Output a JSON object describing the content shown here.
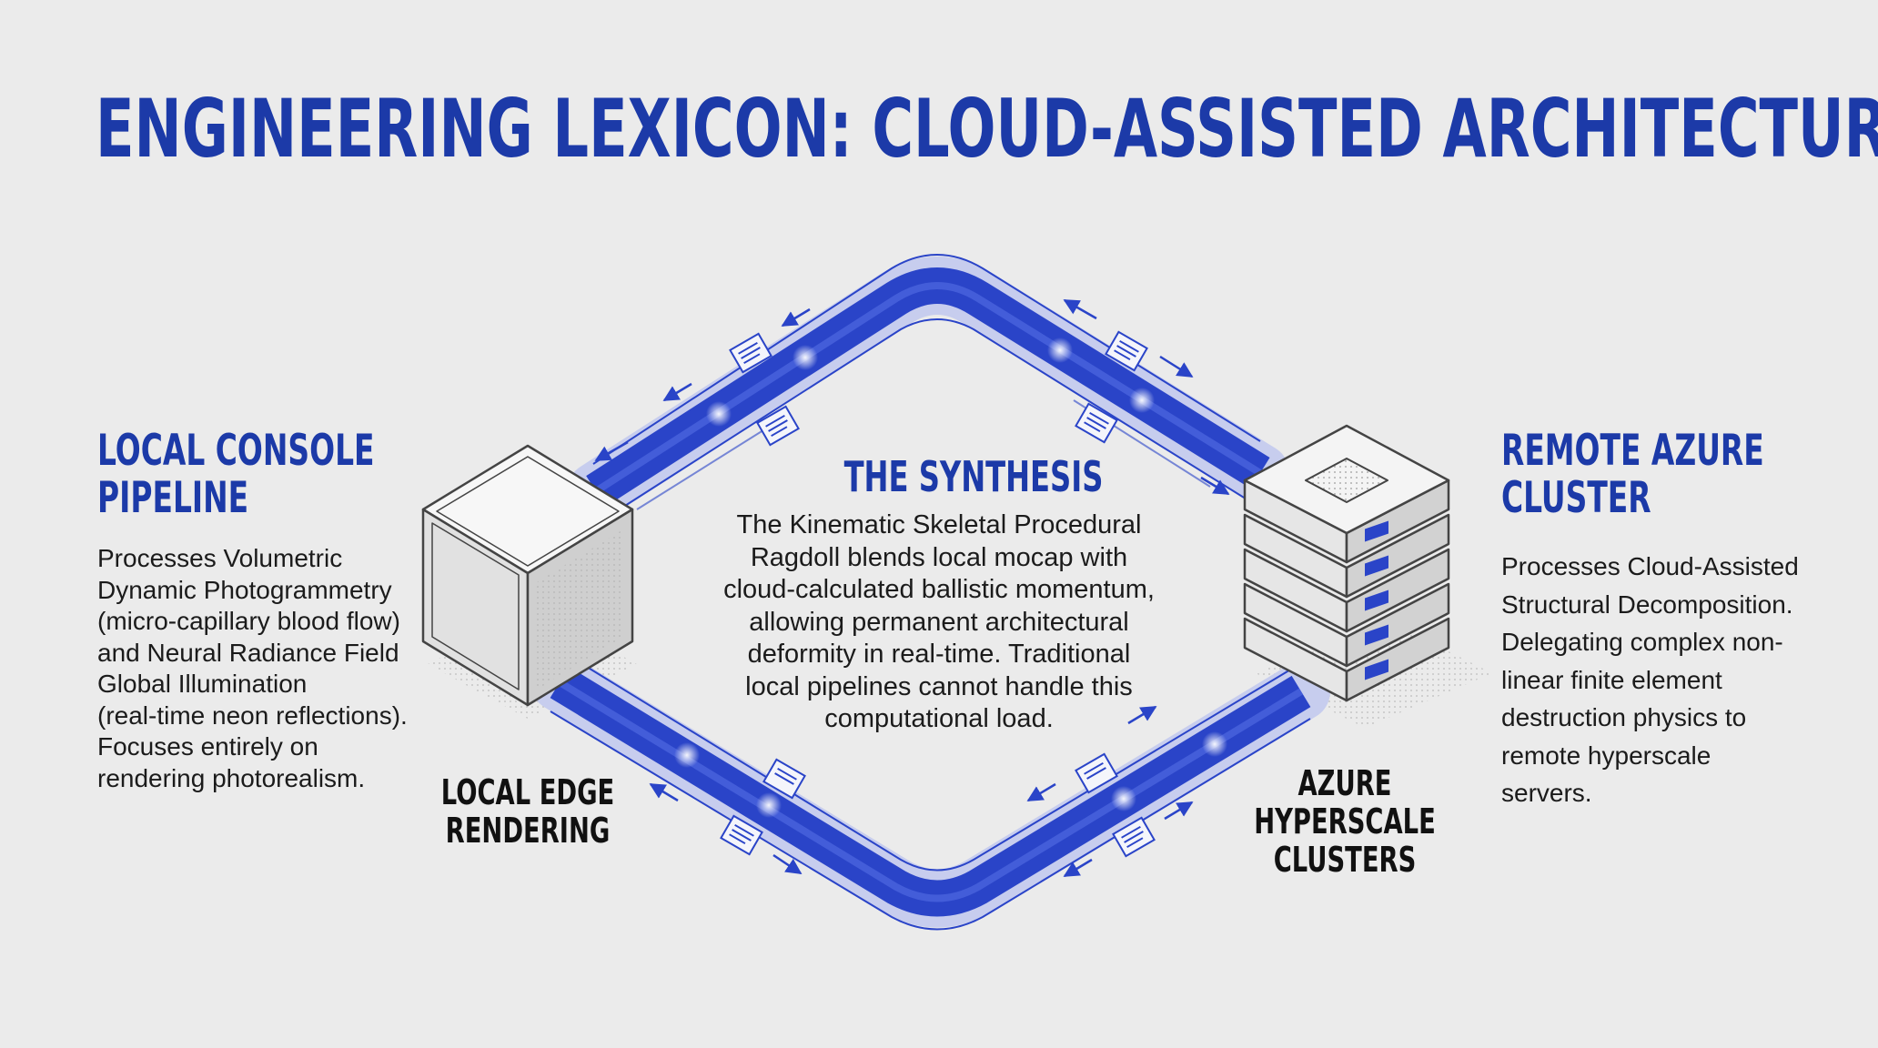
{
  "title": "ENGINEERING LEXICON: CLOUD-ASSISTED ARCHITECTURE",
  "left_panel": {
    "heading": [
      "LOCAL CONSOLE",
      "PIPELINE"
    ],
    "body": [
      "Processes Volumetric",
      "Dynamic Photogrammetry",
      "(micro-capillary blood flow)",
      "and Neural Radiance Field",
      "Global Illumination",
      "(real-time neon reflections).",
      "Focuses entirely on",
      "rendering photorealism."
    ]
  },
  "right_panel": {
    "heading": [
      "REMOTE AZURE",
      "CLUSTER"
    ],
    "body": [
      "Processes Cloud-Assisted",
      "Structural Decomposition.",
      "Delegating complex non-",
      "linear finite element",
      "destruction physics to",
      "remote hyperscale",
      "servers."
    ]
  },
  "center": {
    "heading": "THE SYNTHESIS",
    "body": [
      "The Kinematic Skeletal Procedural",
      "Ragdoll blends local mocap with",
      "cloud-calculated ballistic momentum,",
      "allowing permanent architectural",
      "deformity in real-time. Traditional",
      "local pipelines cannot handle this",
      "computational load."
    ]
  },
  "nodes": {
    "local": {
      "label": [
        "LOCAL EDGE",
        "RENDERING"
      ],
      "icon": "cube-icon"
    },
    "remote": {
      "label": [
        "AZURE",
        "HYPERSCALE",
        "CLUSTERS"
      ],
      "icon": "server-stack-icon"
    }
  },
  "colors": {
    "accent": "#1c3aa8",
    "pipe": "#2a44c8",
    "background": "#ebebeb",
    "text": "#1b1b1b"
  }
}
